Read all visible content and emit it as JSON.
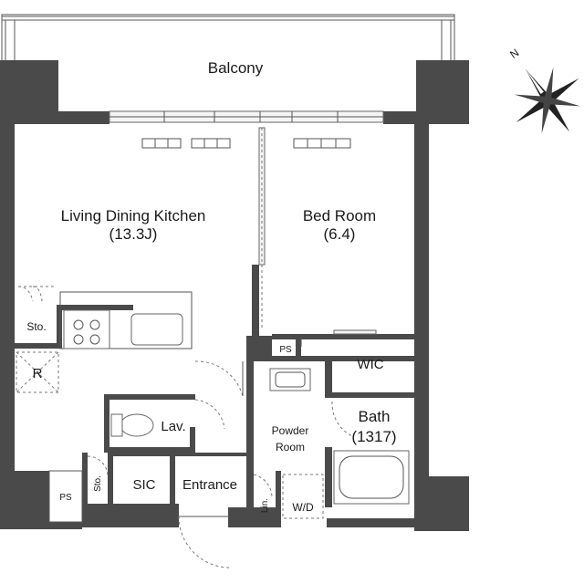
{
  "rooms": {
    "balcony": "Balcony",
    "ldk_name": "Living Dining Kitchen",
    "ldk_size": "(13.3J)",
    "bed_name": "Bed Room",
    "bed_size": "(6.4)",
    "sto_kitchen": "Sto.",
    "fridge": "R",
    "lav": "Lav.",
    "wic": "WIC",
    "ps_upper": "PS",
    "bath_name": "Bath",
    "bath_size": "(1317)",
    "powder_line1": "Powder",
    "powder_line2": "Room",
    "sic": "SIC",
    "entrance": "Entrance",
    "sto_entry": "Sto.",
    "ps_lower": "PS",
    "linen": "Lin.",
    "washer_dryer": "W/D"
  },
  "compass": {
    "north_label": "N"
  }
}
